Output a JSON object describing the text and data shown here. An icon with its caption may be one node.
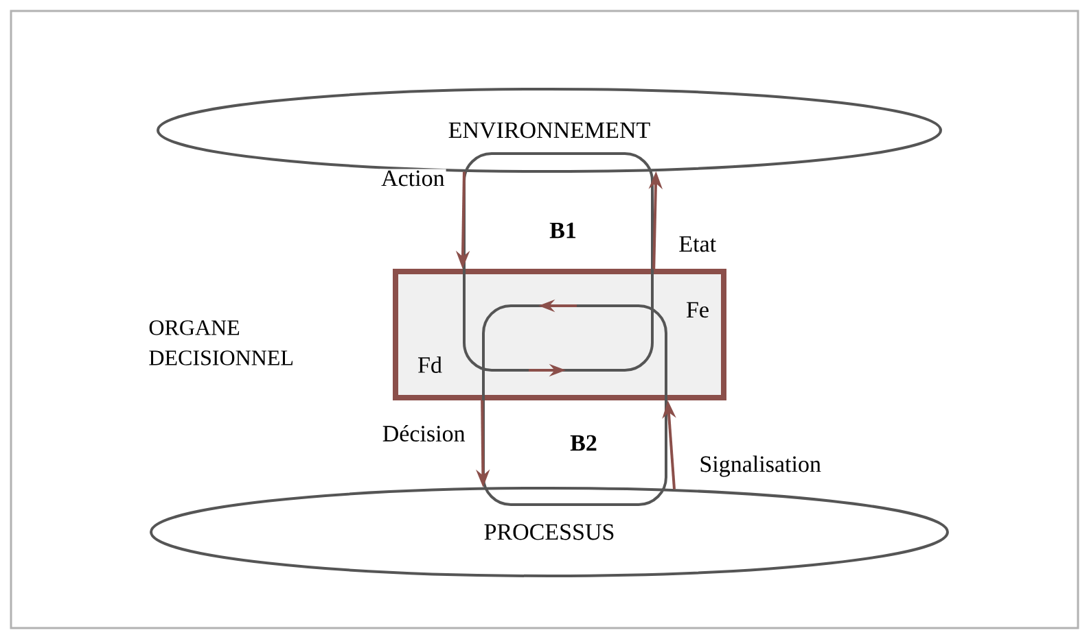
{
  "diagram": {
    "nodes": [
      {
        "text": [
          "ENVIRONNEMENT"
        ]
      },
      {
        "text": [
          "ORGANE DECISIONNEL"
        ]
      },
      {
        "text": [
          "PROCESSUS"
        ]
      }
    ],
    "edges": [
      {
        "from": 0,
        "to": 1,
        "arrow": "to",
        "label": "Action"
      },
      {
        "from": 1,
        "to": 0,
        "arrow": "to",
        "label": "Etat"
      },
      {
        "from": 1,
        "to": 2,
        "arrow": "to",
        "label": "Décision"
      },
      {
        "from": 2,
        "to": 1,
        "arrow": "to",
        "label": "Signalisation"
      }
    ],
    "labels": [
      "B1",
      "Fe",
      "Fd",
      "B2"
    ]
  }
}
